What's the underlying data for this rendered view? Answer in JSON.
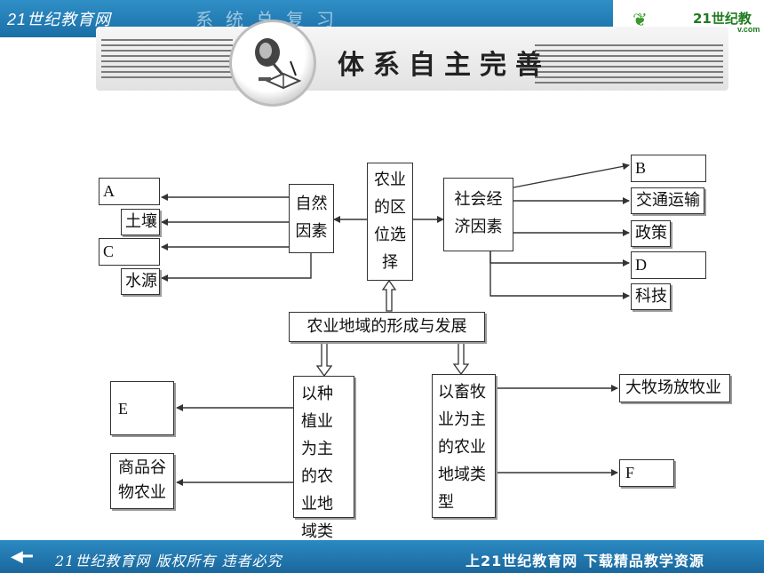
{
  "header": {
    "site_name": "21世纪教育网",
    "ghost_title": "系统总复习",
    "logo_text": "21世纪教育",
    "logo_sub": "v.com"
  },
  "banner": {
    "title": "体系自主完善"
  },
  "diagram": {
    "center": "农业的区位选择",
    "natural": "自然因素",
    "social": "社会经济因素",
    "formation": "农业地域的形成与发展",
    "planting": "以种植业为主的农业地域类型",
    "livestock": "以畜牧业为主的农业地域类型",
    "natural_factors": [
      "A",
      "土壤",
      "C",
      "水源"
    ],
    "social_factors": [
      "B",
      "交通运输",
      "政策",
      "D",
      "科技"
    ],
    "planting_types": [
      "E",
      "商品谷物农业"
    ],
    "livestock_types": [
      "大牧场放牧业",
      "F"
    ]
  },
  "footer": {
    "left_text": "21世纪教育网  版权所有 违者必究",
    "right_text": "上21世纪教育网  下载精品教学资源"
  }
}
